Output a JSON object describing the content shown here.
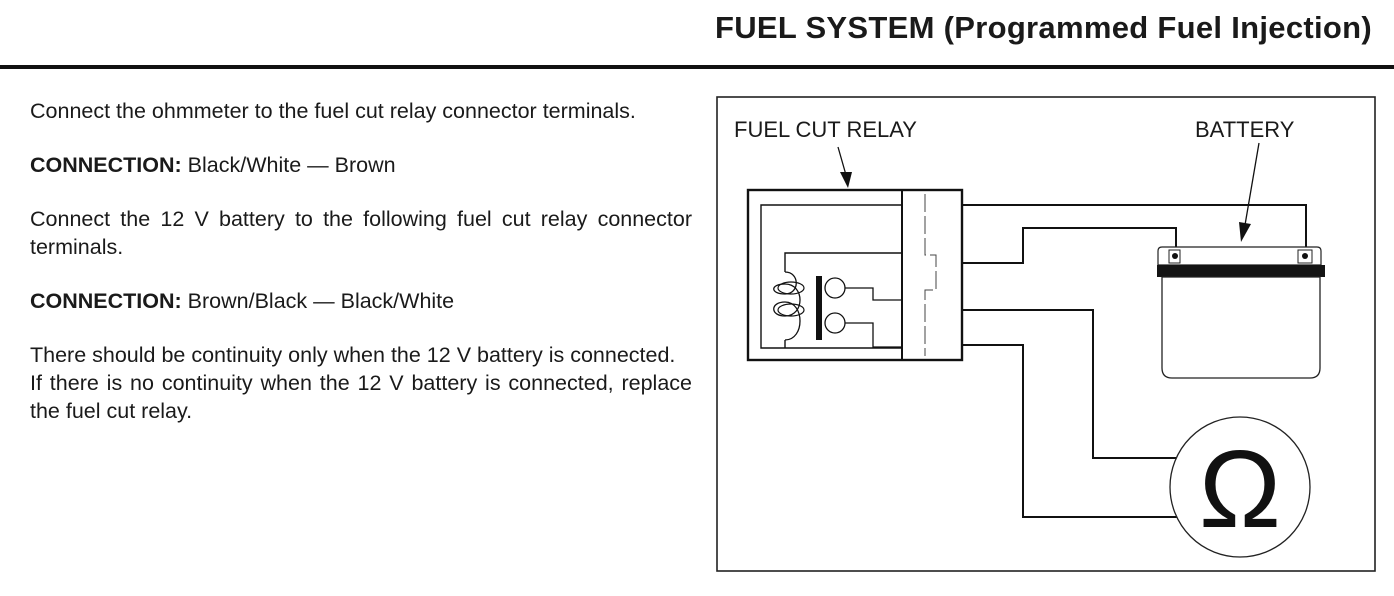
{
  "header": {
    "title": "FUEL SYSTEM (Programmed Fuel Injection)"
  },
  "instructions": {
    "step1": "Connect the ohmmeter to the fuel cut relay connector terminals.",
    "connection1": {
      "label": "CONNECTION:",
      "value": "Black/White — Brown"
    },
    "step2": "Connect the 12 V battery to the following fuel cut relay connector terminals.",
    "connection2": {
      "label": "CONNECTION:",
      "value": "Brown/Black — Black/White"
    },
    "result1": "There should be continuity only when the 12 V battery is connected.",
    "result2": "If there is no continuity when the 12 V battery is connected, replace the fuel cut relay."
  },
  "diagram": {
    "relay_label": "FUEL CUT RELAY",
    "battery_label": "BATTERY",
    "ohmmeter_symbol": "Ω"
  }
}
